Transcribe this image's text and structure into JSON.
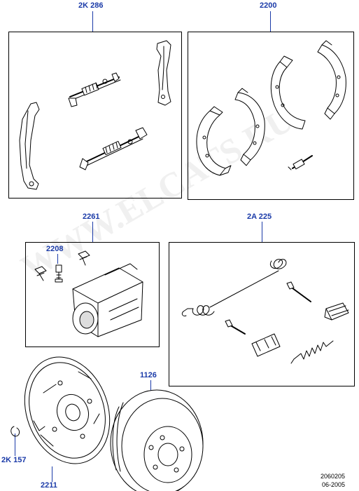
{
  "diagram": {
    "groups": {
      "adjuster": {
        "code": "2K 286"
      },
      "brake_shoes": {
        "code": "2200"
      },
      "wheel_cylinder": {
        "code": "2261"
      },
      "bleed_screw": {
        "code": "2208"
      },
      "spring_kit": {
        "code": "2A 225"
      },
      "drum": {
        "code": "1126"
      },
      "clip": {
        "code": "2K 157"
      },
      "backing_plate": {
        "code": "2211"
      }
    },
    "footer": {
      "code": "2060205",
      "date": "06-2005"
    },
    "watermark": "WWW.ELCATS.RU",
    "colors": {
      "callout": "#1a3aa8",
      "line": "#000000"
    }
  }
}
